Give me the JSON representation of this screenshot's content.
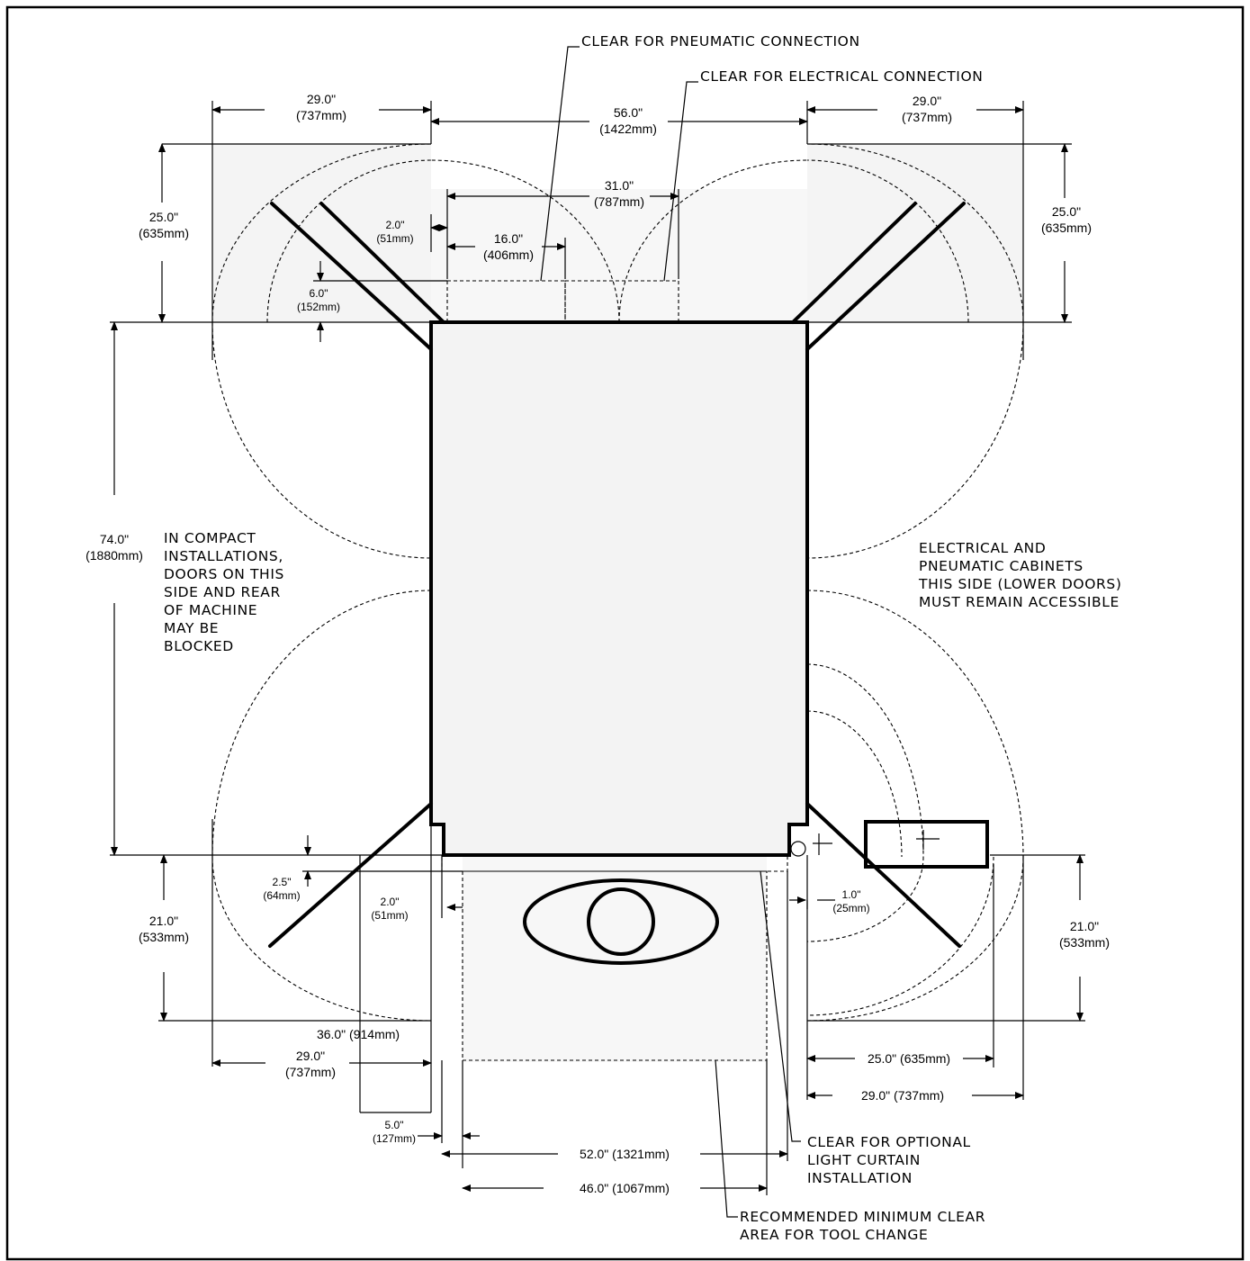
{
  "notes": {
    "pneumatic_connection": "CLEAR FOR PNEUMATIC CONNECTION",
    "electrical_connection": "CLEAR FOR ELECTRICAL CONNECTION",
    "compact_note": [
      "IN COMPACT",
      "INSTALLATIONS,",
      "DOORS ON THIS",
      "SIDE AND REAR",
      "OF MACHINE",
      "MAY BE",
      "BLOCKED"
    ],
    "cabinet_note": [
      "ELECTRICAL AND",
      "PNEUMATIC CABINETS",
      "THIS SIDE (LOWER DOORS)",
      "MUST REMAIN ACCESSIBLE"
    ],
    "light_curtain": [
      "CLEAR FOR OPTIONAL",
      "LIGHT CURTAIN",
      "INSTALLATION"
    ],
    "tool_change": [
      "RECOMMENDED MINIMUM CLEAR",
      "AREA FOR TOOL CHANGE"
    ]
  },
  "dimensions": {
    "top_left_width": [
      "29.0\"",
      "(737mm)"
    ],
    "top_center_width": [
      "56.0\"",
      "(1422mm)"
    ],
    "top_right_width": [
      "29.0\"",
      "(737mm)"
    ],
    "connection_span": [
      "31.0\"",
      "(787mm)"
    ],
    "connection_offset": [
      "2.0\"",
      "(51mm)"
    ],
    "connection_width": [
      "16.0\"",
      "(406mm)"
    ],
    "connection_depth": [
      "6.0\"",
      "(152mm)"
    ],
    "rear_clearance_left": [
      "25.0\"",
      "(635mm)"
    ],
    "rear_clearance_right": [
      "25.0\"",
      "(635mm)"
    ],
    "machine_depth": [
      "74.0\"",
      "(1880mm)"
    ],
    "step_offset": [
      "2.5\"",
      "(64mm)"
    ],
    "front_offset": [
      "2.0\"",
      "(51mm)"
    ],
    "front_clearance_left": [
      "21.0\"",
      "(533mm)"
    ],
    "front_clearance_right": [
      "21.0\"",
      "(533mm)"
    ],
    "corner_offset": [
      "1.0\"",
      "(25mm)"
    ],
    "front_door_swing": "36.0\" (914mm)",
    "front_left_width": [
      "29.0\"",
      "(737mm)"
    ],
    "right_swing_25": "25.0\" (635mm)",
    "right_swing_29": "29.0\" (737mm)",
    "tool_offset": [
      "5.0\"",
      "(127mm)"
    ],
    "tool_width_outer": "52.0\" (1321mm)",
    "tool_width_inner": "46.0\" (1067mm)"
  }
}
